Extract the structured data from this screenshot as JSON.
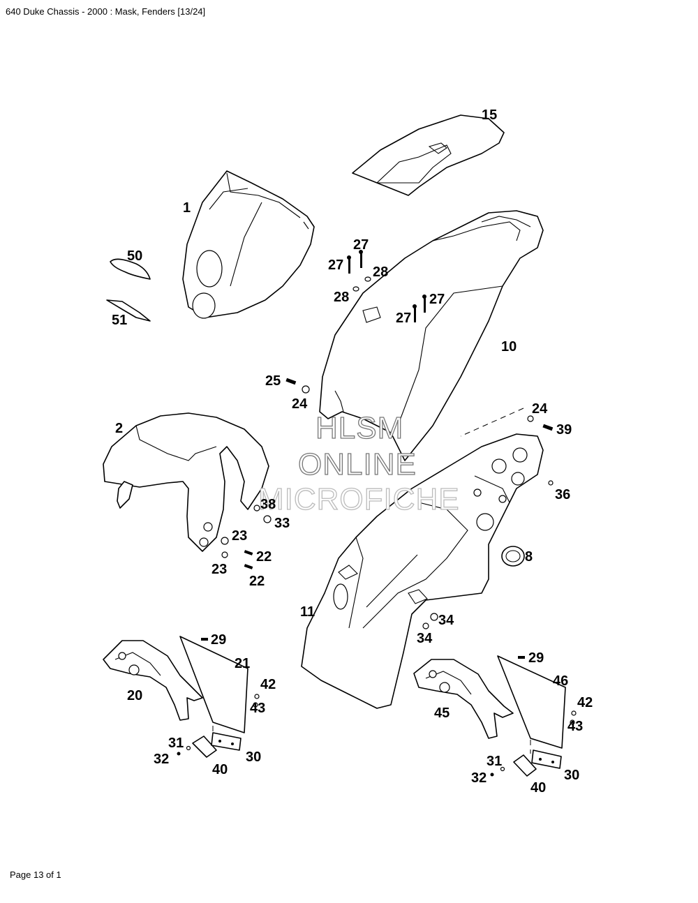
{
  "header": {
    "title": "640 Duke Chassis - 2000 : Mask, Fenders [13/24]"
  },
  "footer": {
    "page": "Page 13 of 1"
  },
  "watermark": {
    "line1": "HLSM",
    "line2": "ONLINE",
    "line3": "MICROFICHE"
  },
  "callouts": {
    "c1": "1",
    "c2": "2",
    "c8": "8",
    "c10": "10",
    "c11": "11",
    "c15": "15",
    "c20": "20",
    "c21": "21",
    "c22a": "22",
    "c22b": "22",
    "c23a": "23",
    "c23b": "23",
    "c24a": "24",
    "c24b": "24",
    "c25": "25",
    "c27a": "27",
    "c27b": "27",
    "c27c": "27",
    "c27d": "27",
    "c28a": "28",
    "c28b": "28",
    "c29a": "29",
    "c29b": "29",
    "c30a": "30",
    "c30b": "30",
    "c31a": "31",
    "c31b": "31",
    "c32a": "32",
    "c32b": "32",
    "c33": "33",
    "c34a": "34",
    "c34b": "34",
    "c36": "36",
    "c38": "38",
    "c39": "39",
    "c40a": "40",
    "c40b": "40",
    "c42a": "42",
    "c42b": "42",
    "c43a": "43",
    "c43b": "43",
    "c45": "45",
    "c46": "46",
    "c50": "50",
    "c51": "51"
  }
}
